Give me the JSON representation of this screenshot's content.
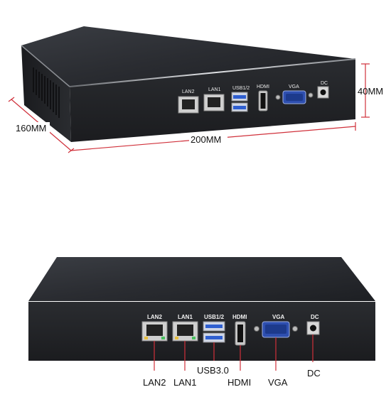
{
  "top_view": {
    "port_labels": {
      "lan2": "LAN2",
      "lan1": "LAN1",
      "usb": "USB1/2",
      "hdmi": "HDMI",
      "vga": "VGA",
      "dc": "DC"
    },
    "dimensions": {
      "depth": "160MM",
      "width": "200MM",
      "height": "40MM"
    },
    "colors": {
      "dimension_line": "#d0303a",
      "chassis": "#2c2f34",
      "usb_port": "#2f5fd0",
      "vga_port": "#2e4fb0"
    }
  },
  "bottom_view": {
    "port_labels": {
      "lan2": "LAN2",
      "lan1": "LAN1",
      "usb": "USB1/2",
      "hdmi": "HDMI",
      "vga": "VGA",
      "dc": "DC"
    },
    "callouts": {
      "lan2": "LAN2",
      "lan1": "LAN1",
      "usb": "USB3.0",
      "hdmi": "HDMI",
      "vga": "VGA",
      "dc": "DC"
    }
  }
}
